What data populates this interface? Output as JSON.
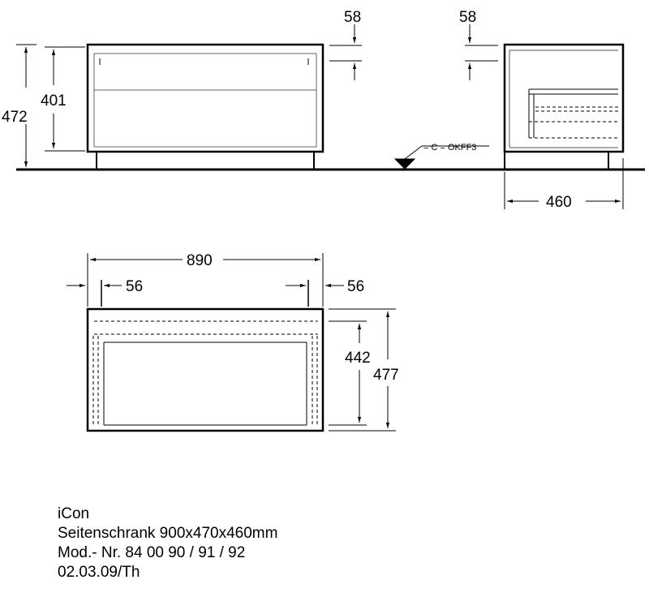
{
  "dimensions": {
    "front_top_margin": "58",
    "side_top_margin": "58",
    "height_outer": "472",
    "height_inner": "401",
    "depth": "460",
    "plan_width": "890",
    "plan_left_margin": "56",
    "plan_right_margin": "56",
    "plan_depth_inner": "442",
    "plan_depth_outer": "477"
  },
  "floor_label": "= C = OKFF3",
  "caption": {
    "brand": "iCon",
    "product": "Seitenschrank 900x470x460mm",
    "model": "Mod.- Nr. 84 00 90 / 91 / 92",
    "date": "02.03.09/Th"
  }
}
